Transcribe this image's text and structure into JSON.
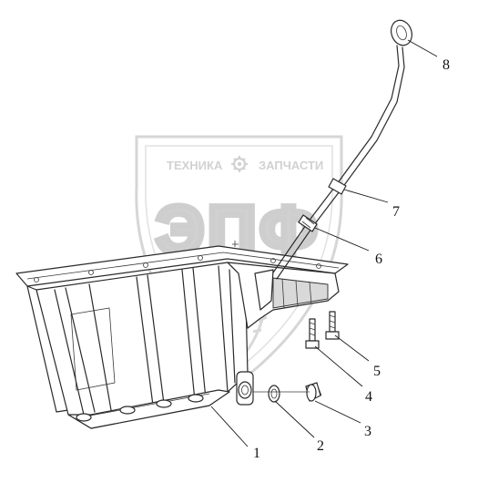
{
  "watermark": {
    "top_left_text": "ТЕХНИКА",
    "top_right_text": "ЗАПЧАСТИ",
    "logo_letters": "ЭПФ",
    "color": "#c8c8c8"
  },
  "callouts": [
    {
      "label": "1",
      "part": "oil pan"
    },
    {
      "label": "2",
      "part": "sealing ring"
    },
    {
      "label": "3",
      "part": "drain plug"
    },
    {
      "label": "4",
      "part": "bolt"
    },
    {
      "label": "5",
      "part": "bolt"
    },
    {
      "label": "6",
      "part": "dipstick tube fitting"
    },
    {
      "label": "7",
      "part": "dipstick tube clip"
    },
    {
      "label": "8",
      "part": "dipstick"
    }
  ],
  "colors": {
    "line": "#2a2a2a",
    "background": "#ffffff"
  }
}
